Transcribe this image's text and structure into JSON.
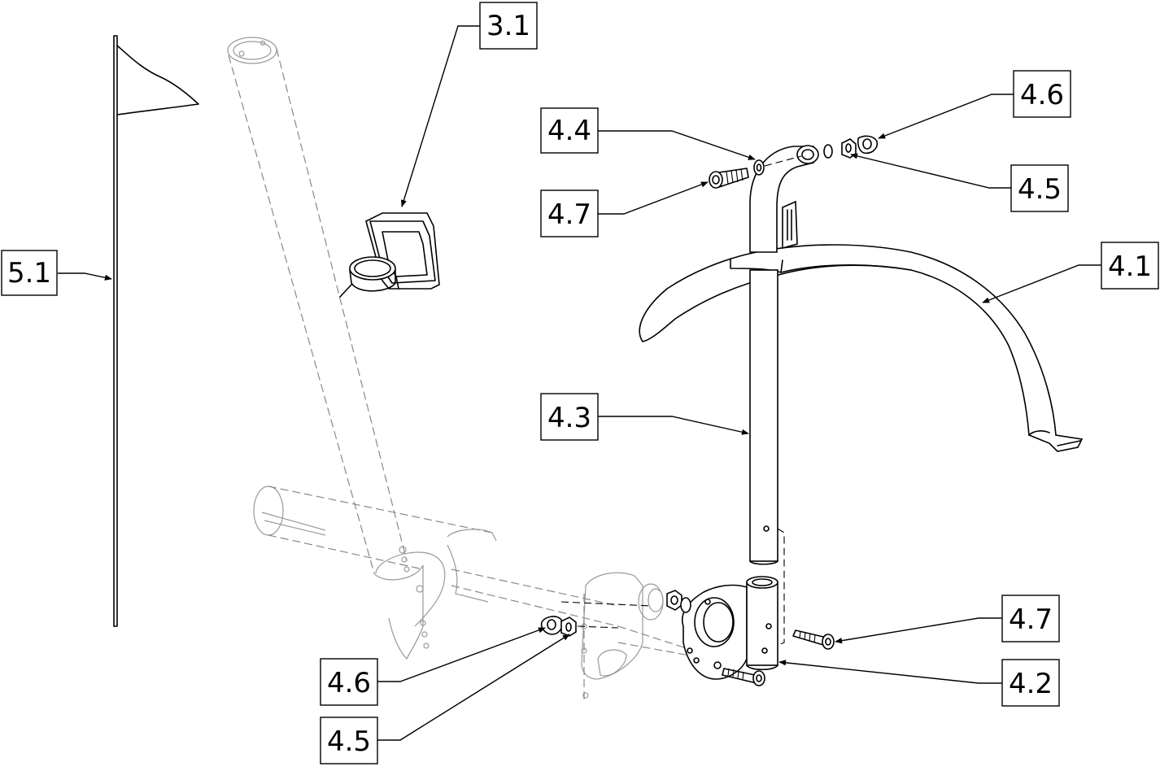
{
  "diagram": {
    "callouts": [
      {
        "id": "c-5-1",
        "label": "5.1"
      },
      {
        "id": "c-3-1",
        "label": "3.1"
      },
      {
        "id": "c-4-4",
        "label": "4.4"
      },
      {
        "id": "c-4-6-top",
        "label": "4.6"
      },
      {
        "id": "c-4-5-top",
        "label": "4.5"
      },
      {
        "id": "c-4-7-top",
        "label": "4.7"
      },
      {
        "id": "c-4-1",
        "label": "4.1"
      },
      {
        "id": "c-4-3",
        "label": "4.3"
      },
      {
        "id": "c-4-7-bottom",
        "label": "4.7"
      },
      {
        "id": "c-4-2",
        "label": "4.2"
      },
      {
        "id": "c-4-6-bottom",
        "label": "4.6"
      },
      {
        "id": "c-4-5-bottom",
        "label": "4.5"
      }
    ]
  }
}
